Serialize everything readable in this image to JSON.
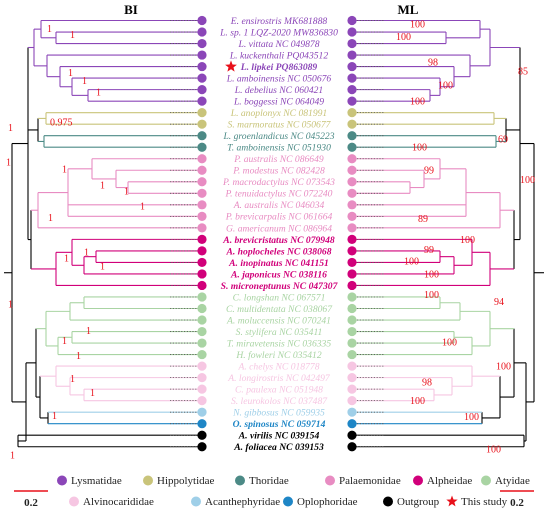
{
  "headers": {
    "left": "BI",
    "right": "ML"
  },
  "colors": {
    "Lysmatidae": "#8b46b8",
    "Hippolytidae": "#c9c47a",
    "Thoridae": "#4c8a86",
    "Palaemonidae": "#e88cc2",
    "Alpheidae": "#d1007a",
    "Atyidae": "#a9d4a3",
    "Alvinocarididae": "#f6c6e2",
    "Acanthephyridae": "#9fcfe8",
    "Oplophoridae": "#1e86c6",
    "Outgroup": "#000000",
    "support": "#e8101a",
    "star": "#e8101a"
  },
  "taxa": [
    {
      "label": "E. ensirostris MK681888",
      "family": "Lysmatidae"
    },
    {
      "label": "L. sp. 1 LQZ-2020 MW836830",
      "family": "Lysmatidae"
    },
    {
      "label": "L. vittata NC 049878",
      "family": "Lysmatidae"
    },
    {
      "label": "L. kuckenthali PQ043512",
      "family": "Lysmatidae"
    },
    {
      "label": "L. lipkei PQ863089",
      "family": "Lysmatidae",
      "this_study": true
    },
    {
      "label": "L. amboinensis NC 050676",
      "family": "Lysmatidae"
    },
    {
      "label": "L. debelius NC 060421",
      "family": "Lysmatidae"
    },
    {
      "label": "L. boggessi NC 064049",
      "family": "Lysmatidae"
    },
    {
      "label": "L. anoplonyx NC 081991",
      "family": "Hippolytidae"
    },
    {
      "label": "S. marmoratus NC 050677",
      "family": "Hippolytidae"
    },
    {
      "label": "L. groenlandicus NC 045223",
      "family": "Thoridae"
    },
    {
      "label": "T. amboinensis NC 051930",
      "family": "Thoridae"
    },
    {
      "label": "P. australis NC 086649",
      "family": "Palaemonidae"
    },
    {
      "label": "P. modestus NC 082428",
      "family": "Palaemonidae"
    },
    {
      "label": "P. macrodactylus NC 073543",
      "family": "Palaemonidae"
    },
    {
      "label": "P. tenuidactylus NC 072240",
      "family": "Palaemonidae"
    },
    {
      "label": "A. australis NC 046034",
      "family": "Palaemonidae"
    },
    {
      "label": "P. brevicarpalis NC 061664",
      "family": "Palaemonidae"
    },
    {
      "label": "G. americanum NC 086964",
      "family": "Palaemonidae"
    },
    {
      "label": "A. brevicristatus NC 079948",
      "family": "Alpheidae"
    },
    {
      "label": "A. hoplocheles NC 038068",
      "family": "Alpheidae"
    },
    {
      "label": "A. inopinatus NC 041151",
      "family": "Alpheidae"
    },
    {
      "label": "A. japonicus NC 038116",
      "family": "Alpheidae"
    },
    {
      "label": "S. microneptunus NC 047307",
      "family": "Alpheidae"
    },
    {
      "label": "C. longshan NC 067571",
      "family": "Atyidae"
    },
    {
      "label": "C. multidentata NC 038067",
      "family": "Atyidae"
    },
    {
      "label": "A. moluccensis NC 070241",
      "family": "Atyidae"
    },
    {
      "label": "S. stylifera NC 035411",
      "family": "Atyidae"
    },
    {
      "label": "T. miravetensis NC 036335",
      "family": "Atyidae"
    },
    {
      "label": "H. fowleri NC 035412",
      "family": "Atyidae"
    },
    {
      "label": "A. chelys NC 018778",
      "family": "Alvinocarididae"
    },
    {
      "label": "A. longirostris NC 042497",
      "family": "Alvinocarididae"
    },
    {
      "label": "C. paulexa NC 051948",
      "family": "Alvinocarididae"
    },
    {
      "label": "S. leurokolos NC 037487",
      "family": "Alvinocarididae"
    },
    {
      "label": "N. gibbosus NC 059935",
      "family": "Acanthephyridae"
    },
    {
      "label": "O. spinosus NC 059714",
      "family": "Oplophoridae"
    },
    {
      "label": "A. virilis NC 039154",
      "family": "Outgroup"
    },
    {
      "label": "A. foliacea NC 039153",
      "family": "Outgroup"
    }
  ],
  "bi_support": [
    "1",
    "1",
    "1",
    "1",
    "1",
    "1",
    "1",
    "0.975",
    "1",
    "1",
    "1",
    "1",
    "1",
    "1",
    "1",
    "1",
    "1",
    "1",
    "1",
    "1",
    "1",
    "1",
    "1",
    "1"
  ],
  "ml_support": [
    "100",
    "100",
    "98",
    "100",
    "100",
    "85",
    "69",
    "100",
    "99",
    "89",
    "100",
    "100",
    "99",
    "100",
    "100",
    "100",
    "94",
    "100",
    "100",
    "98",
    "100",
    "100",
    "100"
  ],
  "scale": {
    "left": "0.2",
    "right": "0.2"
  },
  "legend": [
    {
      "label": "Lysmatidae",
      "family": "Lysmatidae"
    },
    {
      "label": "Hippolytidae",
      "family": "Hippolytidae"
    },
    {
      "label": "Thoridae",
      "family": "Thoridae"
    },
    {
      "label": "Palaemonidae",
      "family": "Palaemonidae"
    },
    {
      "label": "Alpheidae",
      "family": "Alpheidae"
    },
    {
      "label": "Atyidae",
      "family": "Atyidae"
    },
    {
      "label": "Alvinocarididae",
      "family": "Alvinocarididae"
    },
    {
      "label": "Acanthephyridae",
      "family": "Acanthephyridae"
    },
    {
      "label": "Oplophoridae",
      "family": "Oplophoridae"
    },
    {
      "label": "Outgroup",
      "family": "Outgroup"
    },
    {
      "label": "This study",
      "family": "star"
    }
  ]
}
